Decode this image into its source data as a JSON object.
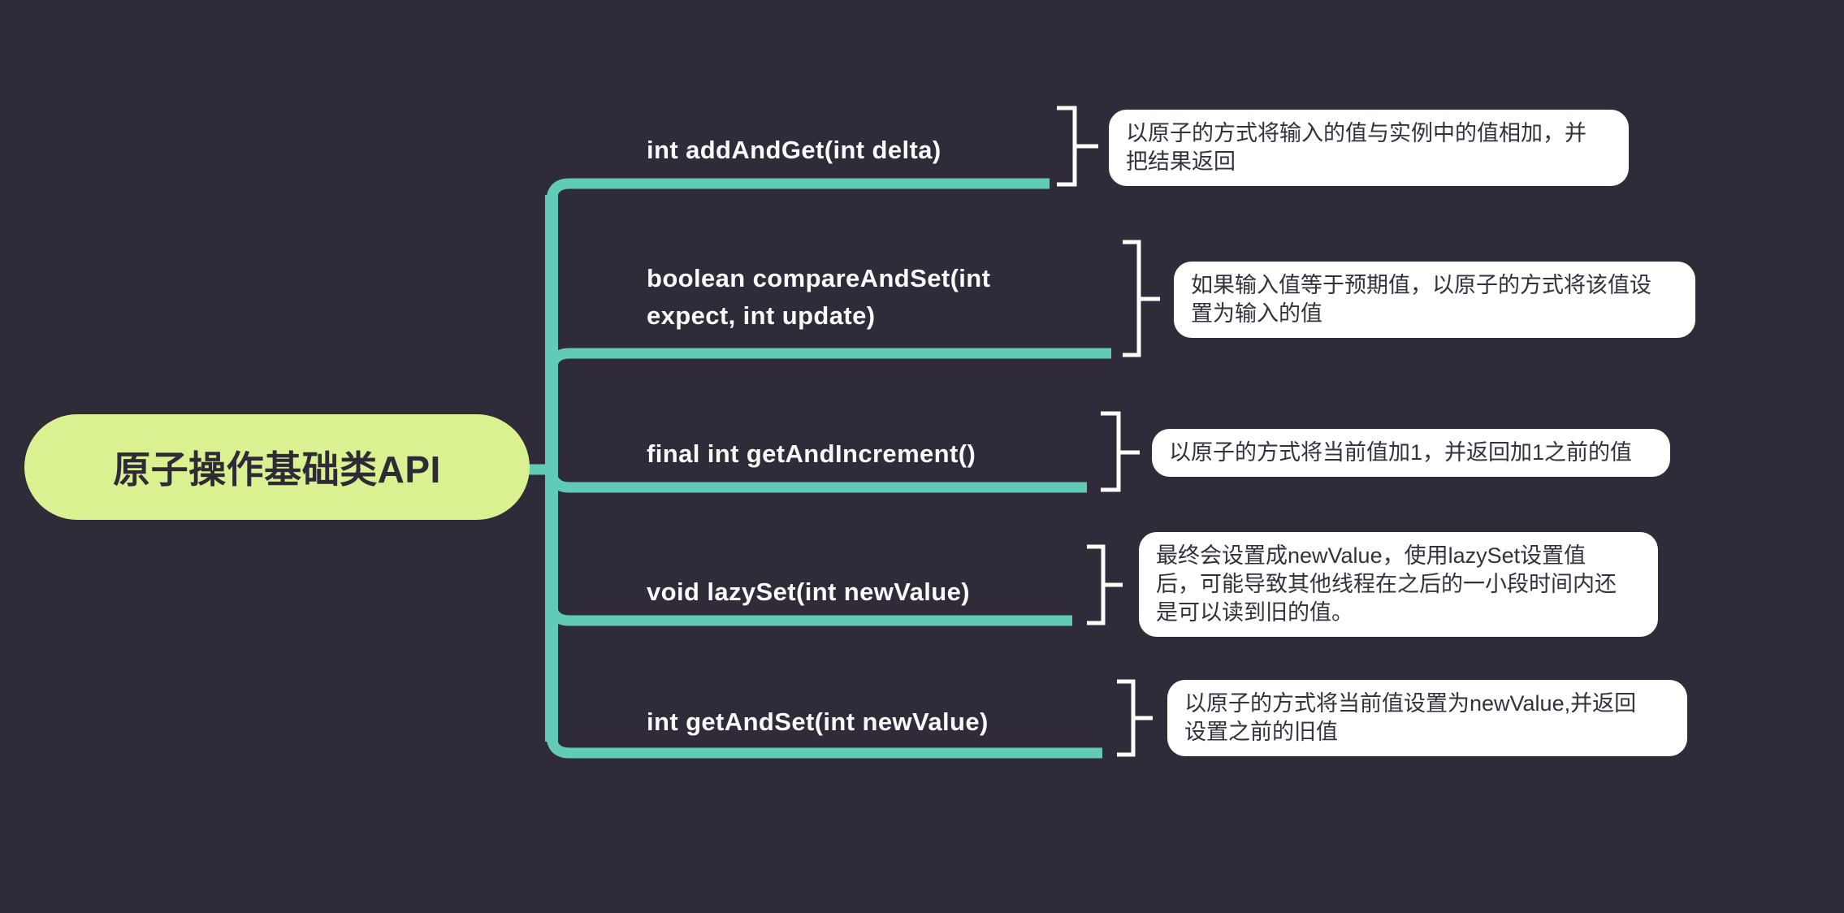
{
  "diagram": {
    "root": {
      "label": "原子操作基础类API"
    },
    "branches": [
      {
        "method": "int addAndGet(int delta)",
        "description": "以原子的方式将输入的值与实例中的值相加，并\n把结果返回"
      },
      {
        "method": "boolean compareAndSet(int\nexpect, int update)",
        "description": "如果输入值等于预期值，以原子的方式将该值设\n置为输入的值"
      },
      {
        "method": "final int getAndIncrement()",
        "description": "以原子的方式将当前值加1，并返回加1之前的值"
      },
      {
        "method": "void lazySet(int newValue)",
        "description": "最终会设置成newValue，使用lazySet设置值\n后，可能导致其他线程在之后的一小段时间内还\n是可以读到旧的值。"
      },
      {
        "method": "int getAndSet(int newValue)",
        "description": "以原子的方式将当前值设置为newValue,并返回\n设置之前的旧值"
      }
    ]
  },
  "colors": {
    "background": "#2F2B38",
    "branch_line": "#62CBB7",
    "root_fill": "#D9F190",
    "root_text": "#2E2A36",
    "method_text": "#FAFAFA",
    "card_background": "#FFFFFF",
    "card_text": "#34303C",
    "bracket": "#FFFFFF"
  }
}
